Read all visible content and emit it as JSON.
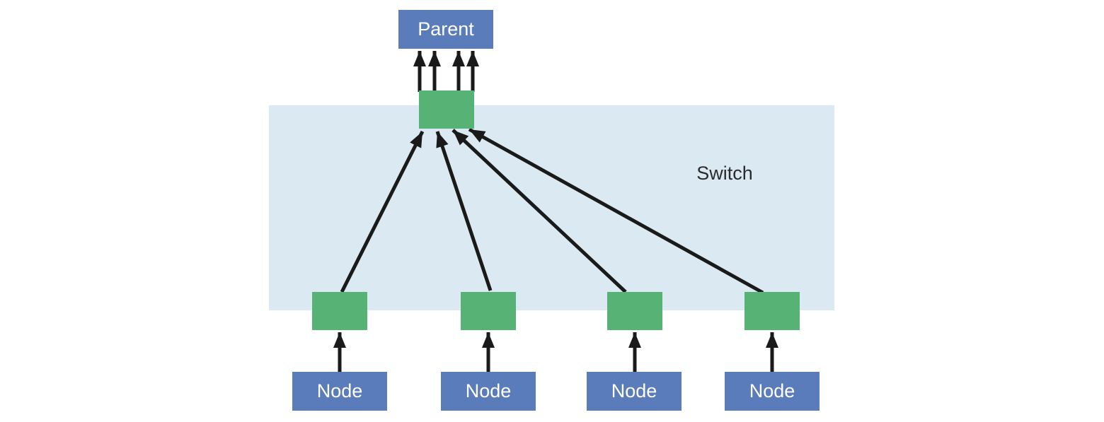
{
  "diagram": {
    "parent": {
      "label": "Parent"
    },
    "switch": {
      "label": "Switch"
    },
    "nodes": [
      {
        "label": "Node"
      },
      {
        "label": "Node"
      },
      {
        "label": "Node"
      },
      {
        "label": "Node"
      }
    ],
    "structure": {
      "uplinks_parent_to_switch": 4,
      "ports_on_switch": 4,
      "nodes_connected": 4
    },
    "colors": {
      "node_fill": "#5b7cba",
      "port_fill": "#57b375",
      "switch_fill": "#dbeaf2",
      "arrow": "#1a1a1a",
      "label_light": "#ffffff",
      "label_dark": "#2b2b2b"
    }
  }
}
